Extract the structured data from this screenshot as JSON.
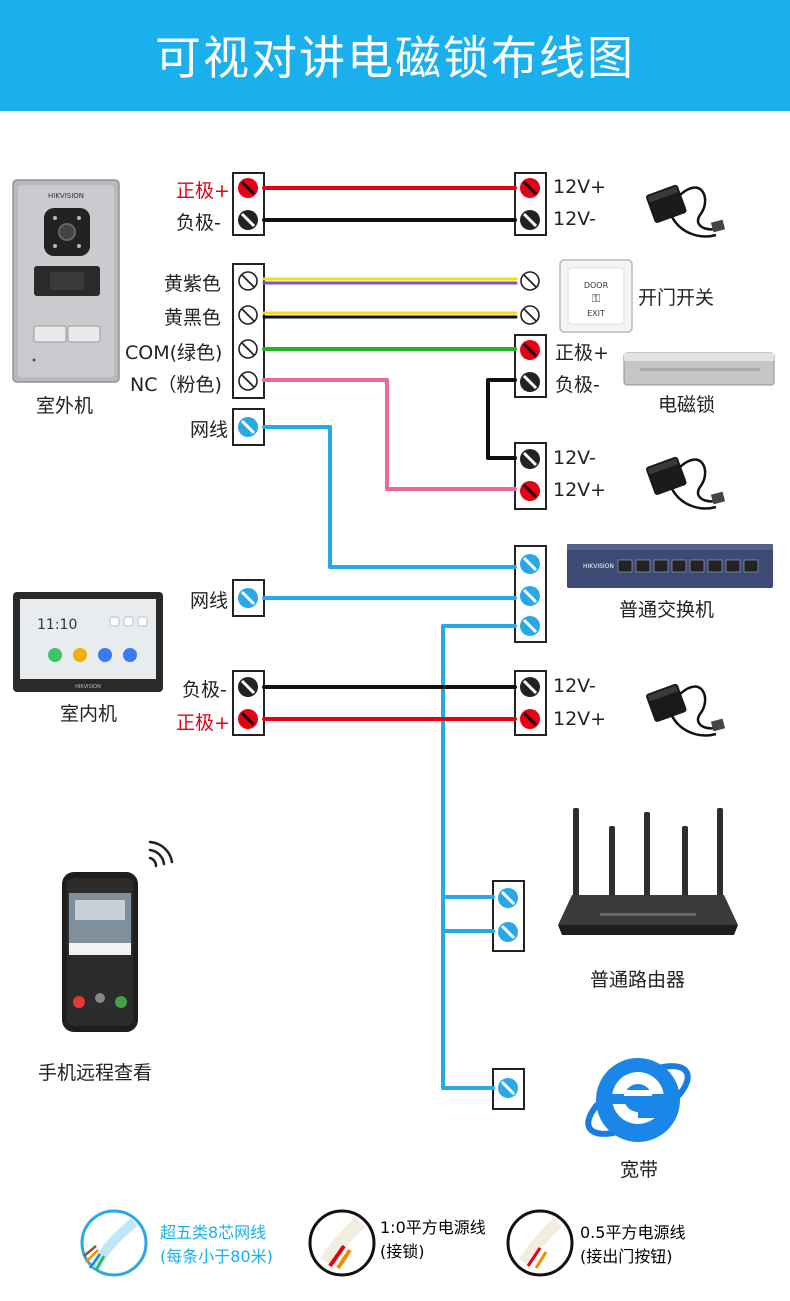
{
  "title": "可视对讲电磁锁布线图",
  "outdoor_unit": {
    "name": "室外机",
    "brand": "HIKVISION",
    "terminals": [
      "正极+",
      "负极-",
      "黄紫色",
      "黄黑色",
      "COM(绿色)",
      "NC（粉色)",
      "网线"
    ]
  },
  "indoor_unit": {
    "name": "室内机",
    "time": "11:10",
    "brand": "HIKVISION",
    "terminals": [
      "网线",
      "负极-",
      "正极+"
    ]
  },
  "power_supply_1": {
    "plus": "12V+",
    "minus": "12V-"
  },
  "exit_switch": {
    "name": "开门开关",
    "line1": "DOOR",
    "line2": "EXIT"
  },
  "maglock": {
    "name": "电磁锁",
    "plus": "正极+",
    "minus": "负极-"
  },
  "power_supply_2": {
    "minus": "12V-",
    "plus": "12V+"
  },
  "switch": {
    "name": "普通交换机",
    "brand": "HIKVISION"
  },
  "power_supply_3": {
    "minus": "12V-",
    "plus": "12V+"
  },
  "router": {
    "name": "普通路由器"
  },
  "phone": {
    "name": "手机远程查看"
  },
  "broadband": {
    "name": "宽带"
  },
  "legend": [
    {
      "line1": "超五类8芯网线",
      "line2": "(每条小于80米)"
    },
    {
      "line1": "1:0平方电源线",
      "line2": "(接锁)"
    },
    {
      "line1": "0.5平方电源线",
      "line2": "(接出门按钮)"
    }
  ],
  "colors": {
    "banner": "#1ab0ee",
    "red": "#e60012",
    "network": "#29a8e8",
    "green": "#22b422",
    "pink": "#e8699b",
    "purple": "#6b5bd2",
    "yellow": "#f5e000"
  }
}
